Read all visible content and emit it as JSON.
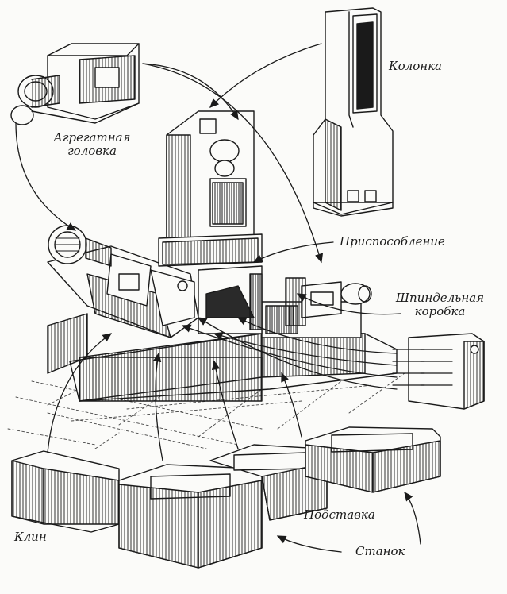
{
  "labels": {
    "column": "Колонка",
    "unit_head": [
      "Агрегатная",
      "головка"
    ],
    "fixture": "Приспособление",
    "spindle_box": [
      "Шпиндельная",
      "коробка"
    ],
    "stand": "Подставка",
    "wedge": "Клин",
    "machine": "Станок"
  },
  "colors": {
    "ink": "#1a1a1a",
    "paper": "#fbfbf9"
  }
}
